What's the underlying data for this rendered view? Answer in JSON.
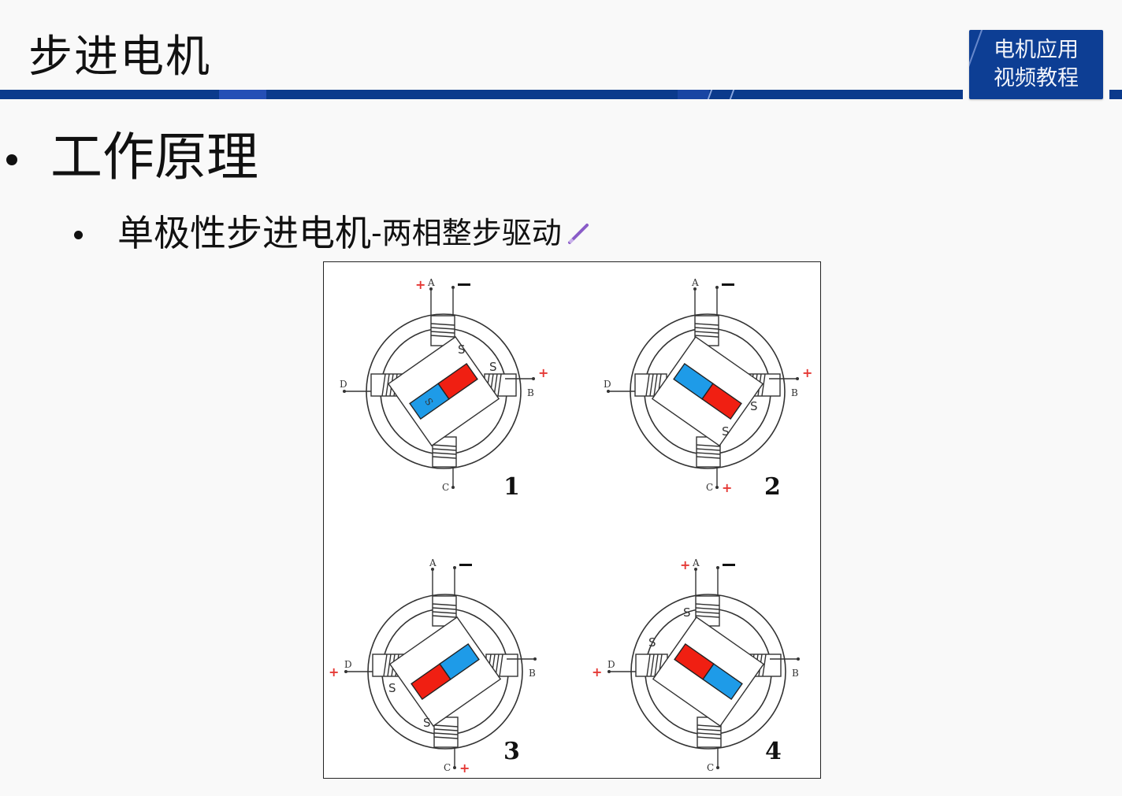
{
  "header": {
    "title": "步进电机",
    "badge_line1": "电机应用",
    "badge_line2": "视频教程",
    "bar_color": "#0b3a8c"
  },
  "content": {
    "bullet1": "工作原理",
    "bullet2_main": "单极性步进电机",
    "bullet2_sub": "-两相整步驱动",
    "pencil_icon": "pencil-icon"
  },
  "figure": {
    "description": "Unipolar stepper motor, two-phase full-step drive sequence",
    "colors": {
      "north": "#f01f12",
      "south": "#1e9be8",
      "plus": "#e53935"
    },
    "terminal_labels": {
      "a": "A",
      "b": "B",
      "c": "C",
      "d": "D"
    },
    "common_minus": "−",
    "plus_sign": "+",
    "pole_label": "S",
    "steps": [
      {
        "number": "1",
        "energized": [
          "A",
          "B"
        ],
        "plus_at": [
          "A",
          "B"
        ],
        "rotor_angle": -35,
        "s_poles": [
          "top",
          "right"
        ]
      },
      {
        "number": "2",
        "energized": [
          "B",
          "C"
        ],
        "plus_at": [
          "B",
          "C"
        ],
        "rotor_angle": 35,
        "s_poles": [
          "right",
          "bottom"
        ]
      },
      {
        "number": "3",
        "energized": [
          "C",
          "D"
        ],
        "plus_at": [
          "C",
          "D"
        ],
        "rotor_angle": -35,
        "s_poles": [
          "bottom",
          "left"
        ]
      },
      {
        "number": "4",
        "energized": [
          "D",
          "A"
        ],
        "plus_at": [
          "D",
          "A"
        ],
        "rotor_angle": 35,
        "s_poles": [
          "left",
          "top"
        ]
      }
    ]
  }
}
